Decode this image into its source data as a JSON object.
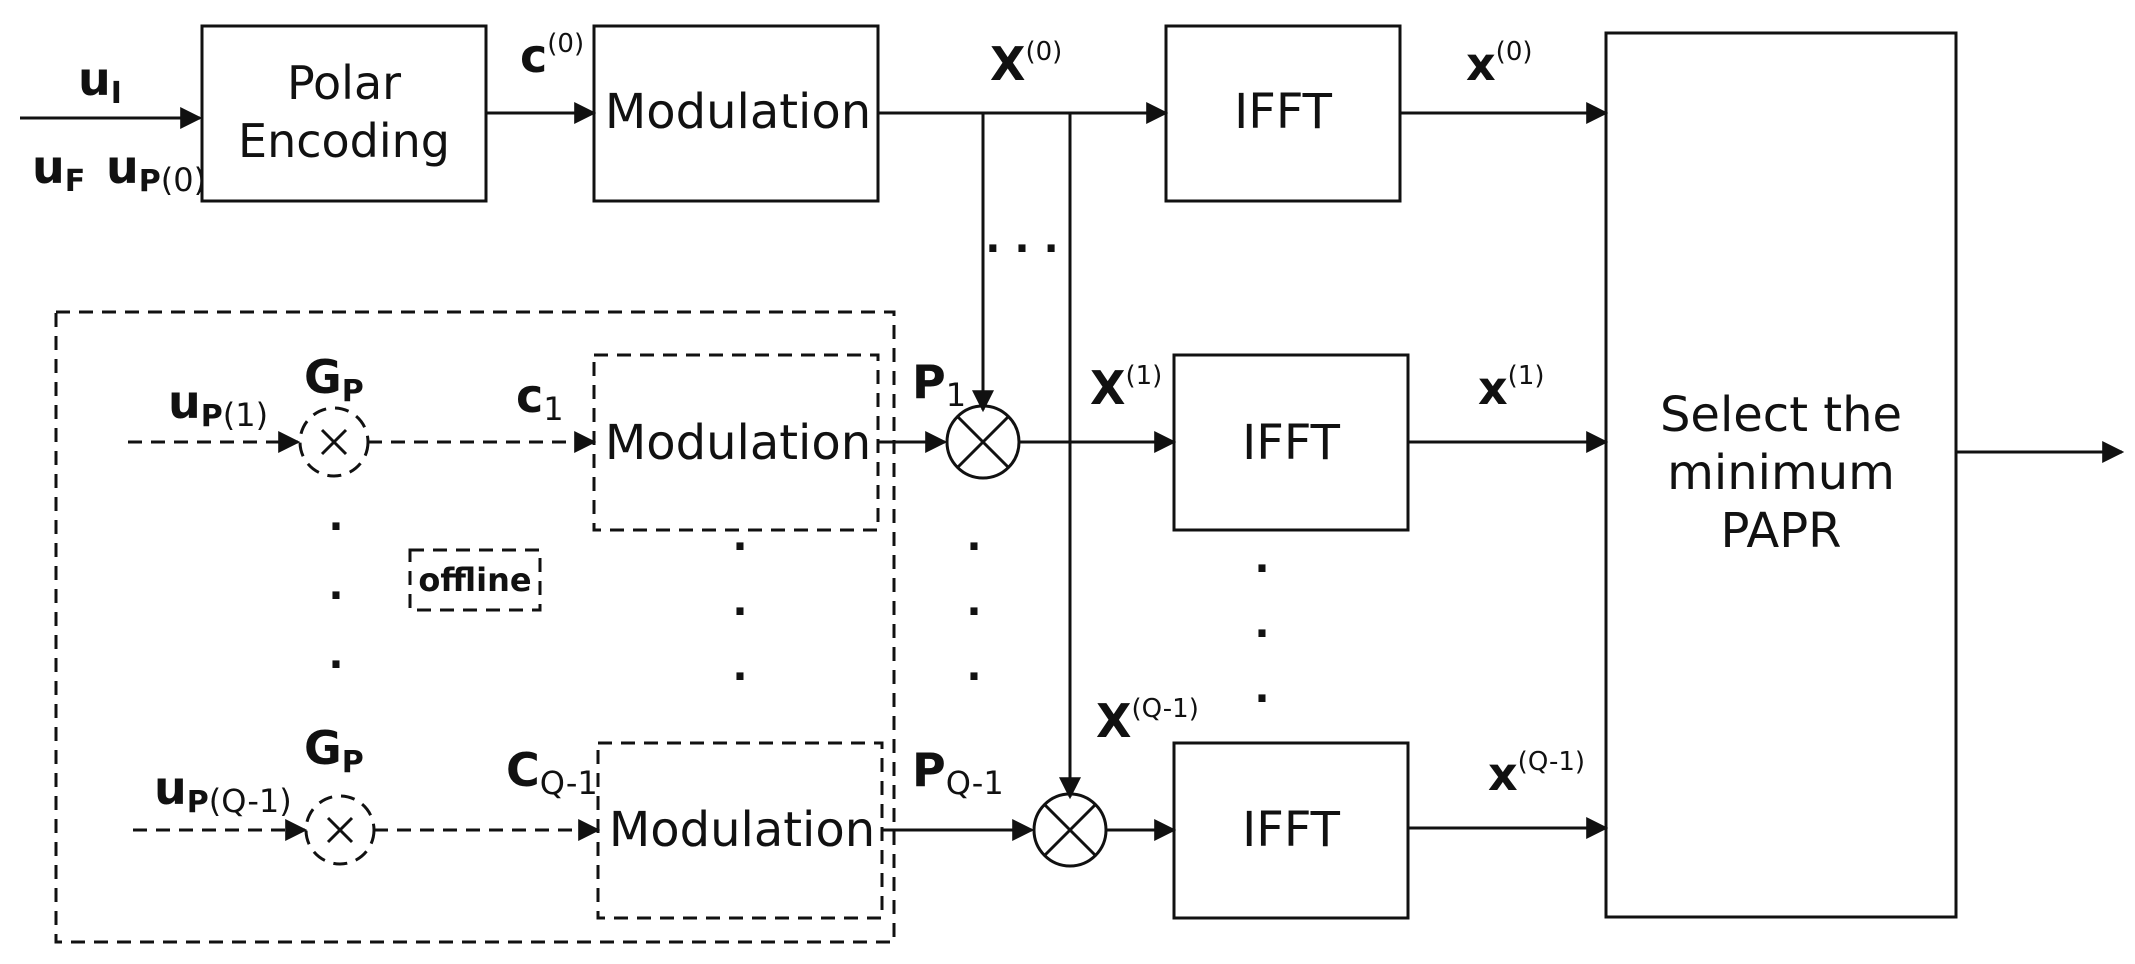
{
  "blocks": {
    "polar_line1": "Polar",
    "polar_line2": "Encoding",
    "modulation": "Modulation",
    "ifft": "IFFT",
    "select_line1": "Select the",
    "select_line2": "minimum",
    "select_line3": "PAPR",
    "offline": "offline"
  },
  "labels": {
    "u": "u",
    "sub_I": "I",
    "sub_F": "F",
    "sub_P": "P",
    "c": "c",
    "C": "C",
    "X": "X",
    "x": "x",
    "G": "G",
    "P": "P",
    "sup_0": "(0)",
    "sup_1": "(1)",
    "sup_q1": "(Q-1)",
    "idx_0": "(0)",
    "idx_1": "(1)",
    "idx_q1": "(Q-1)",
    "sub_1": "1",
    "sub_q1": "Q-1",
    "dots_h": ". . .",
    "dot": "."
  }
}
